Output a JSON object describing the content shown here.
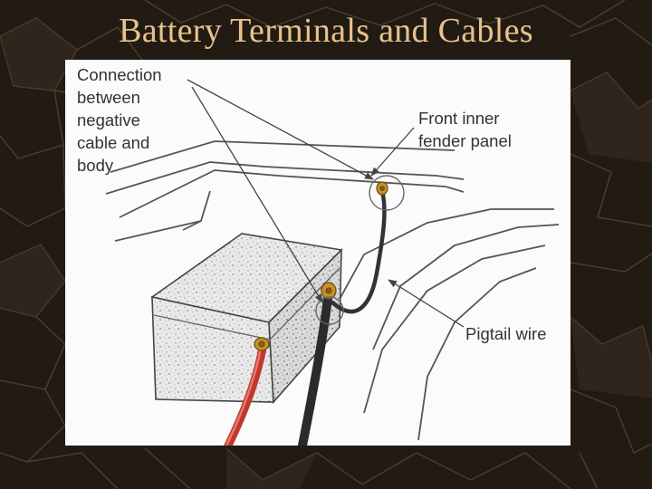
{
  "slide": {
    "title": "Battery Terminals and Cables"
  },
  "figure": {
    "callouts": {
      "connection": "Connection\nbetween\nnegative\ncable and\nbody",
      "fender": "Front inner\nfender panel",
      "pigtail": "Pigtail wire"
    }
  },
  "colors": {
    "title": "#e8c28c",
    "background": "#231c15",
    "positive_cable": "#c0392b",
    "negative_cable": "#2b2b2b",
    "terminal": "#c8902a"
  }
}
